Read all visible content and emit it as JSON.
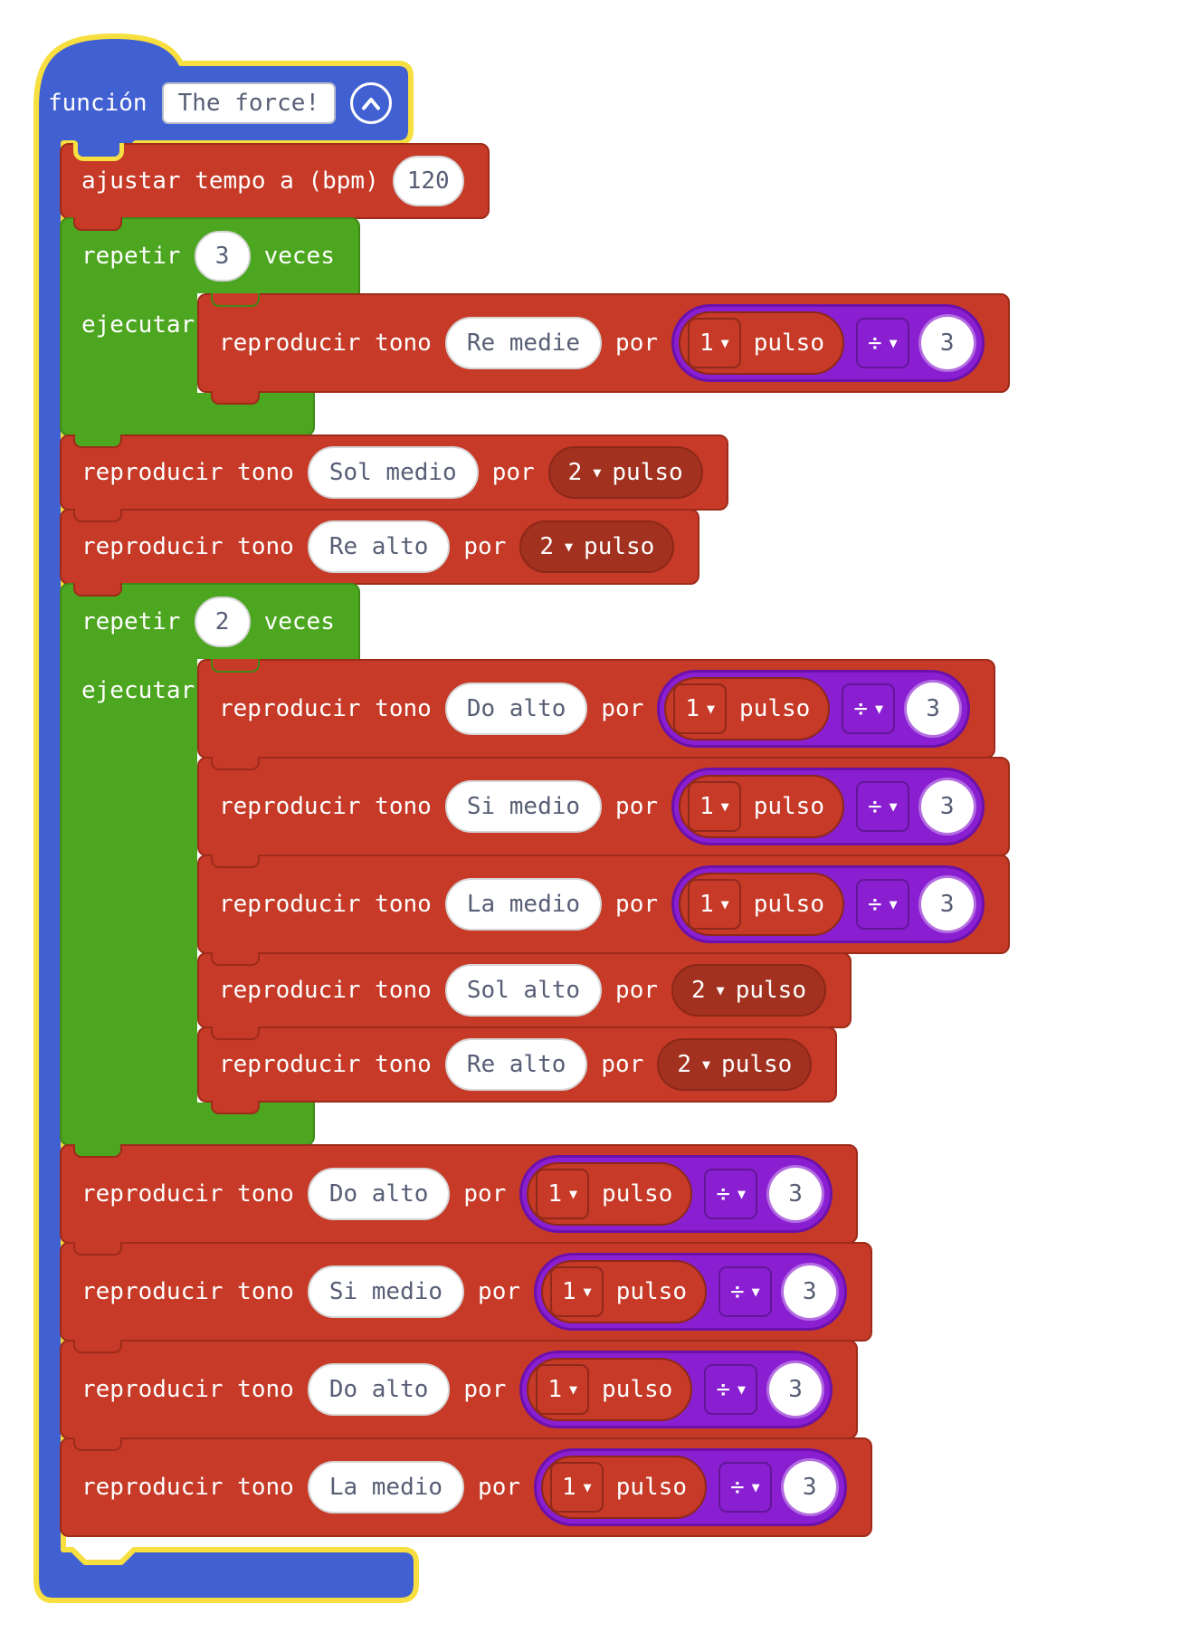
{
  "fn": {
    "keyword": "función",
    "name": "The force!"
  },
  "strings": {
    "play_tone": "reproducir tono",
    "for": "por",
    "beat_unit": "pulso",
    "divide_symbol": "÷",
    "repeat": "repetir",
    "times": "veces",
    "execute": "ejecutar",
    "set_tempo": "ajustar tempo a (bpm)"
  },
  "tempo": {
    "value": "120"
  },
  "repeats": [
    {
      "count": "3"
    },
    {
      "count": "2"
    }
  ],
  "tones": [
    {
      "note": "Re medie",
      "beats": "1",
      "divisor": "3"
    },
    {
      "note": "Sol medio",
      "beats": "2"
    },
    {
      "note": "Re alto",
      "beats": "2"
    },
    {
      "note": "Do alto",
      "beats": "1",
      "divisor": "3"
    },
    {
      "note": "Si medio",
      "beats": "1",
      "divisor": "3"
    },
    {
      "note": "La medio",
      "beats": "1",
      "divisor": "3"
    },
    {
      "note": "Sol alto",
      "beats": "2"
    },
    {
      "note": "Re alto",
      "beats": "2"
    },
    {
      "note": "Do alto",
      "beats": "1",
      "divisor": "3"
    },
    {
      "note": "Si medio",
      "beats": "1",
      "divisor": "3"
    },
    {
      "note": "Do alto",
      "beats": "1",
      "divisor": "3"
    },
    {
      "note": "La medio",
      "beats": "1",
      "divisor": "3"
    }
  ],
  "colors": {
    "function_blue": "#4160D2",
    "selected_outline_yellow": "#F7DF3F",
    "music_red": "#C63A27",
    "music_red_border": "#9E2B1A",
    "duration_pill_maroon": "#A23120",
    "loops_green": "#4CA61F",
    "loops_green_border": "#3F8A17",
    "math_purple": "#8A1FD2",
    "math_purple_border": "#6C10AC",
    "field_text_slate": "#575E75",
    "field_white": "#FFFFFF"
  }
}
